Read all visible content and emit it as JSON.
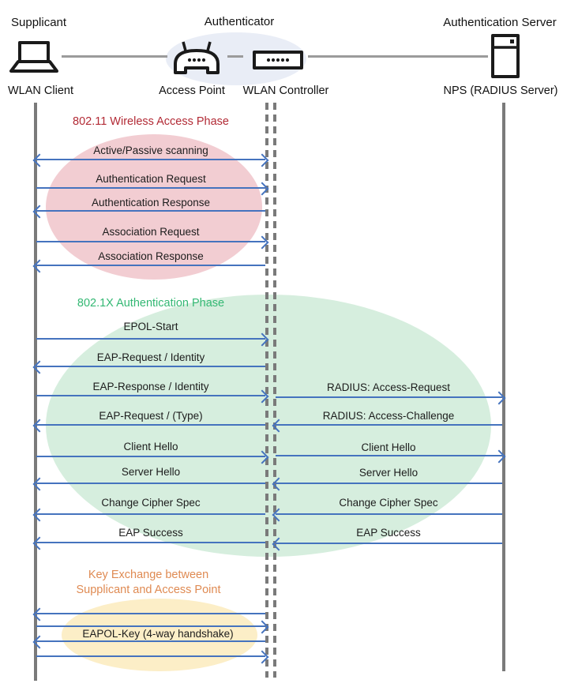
{
  "actors": {
    "supplicant": {
      "role_label": "Supplicant",
      "device_label": "WLAN Client",
      "icon": "laptop-icon"
    },
    "authenticator": {
      "role_label": "Authenticator",
      "access_point_label": "Access Point",
      "controller_label": "WLAN Controller",
      "icons": [
        "access-point-icon",
        "wlan-controller-icon"
      ]
    },
    "authentication_server": {
      "role_label": "Authentication Server",
      "device_label": "NPS (RADIUS Server)",
      "icon": "server-icon"
    }
  },
  "phases": {
    "wireless_access": {
      "title": "802.11 Wireless Access Phase",
      "title_color": "#B22A35",
      "ellipse_color": "#F2CDD2"
    },
    "dot1x_auth": {
      "title": "802.1X Authentication Phase",
      "title_color": "#33B873",
      "ellipse_color": "#D6EEDE"
    },
    "key_exchange": {
      "title_line1": "Key Exchange between",
      "title_line2": "Supplicant and Access Point",
      "title_color": "#DF8A52",
      "ellipse_color": "#FCEEC7"
    }
  },
  "messages": {
    "client_to_controller": [
      {
        "label": "Active/Passive scanning",
        "direction": "both"
      },
      {
        "label": "Authentication Request",
        "direction": "right"
      },
      {
        "label": "Authentication Response",
        "direction": "left"
      },
      {
        "label": "Association Request",
        "direction": "right"
      },
      {
        "label": "Association Response",
        "direction": "left"
      },
      {
        "label": "EPOL-Start",
        "direction": "right"
      },
      {
        "label": "EAP-Request / Identity",
        "direction": "left"
      },
      {
        "label": "EAP-Response / Identity",
        "direction": "right"
      },
      {
        "label": "EAP-Request / (Type)",
        "direction": "left"
      },
      {
        "label": "Client Hello",
        "direction": "right"
      },
      {
        "label": "Server Hello",
        "direction": "left"
      },
      {
        "label": "Change Cipher Spec",
        "direction": "left"
      },
      {
        "label": "EAP Success",
        "direction": "left"
      },
      {
        "label": "EAPOL-Key (4-way handshake)",
        "direction": "both"
      }
    ],
    "controller_to_server": [
      {
        "label": "RADIUS: Access-Request",
        "direction": "right"
      },
      {
        "label": "RADIUS: Access-Challenge",
        "direction": "left"
      },
      {
        "label": "Client Hello",
        "direction": "right"
      },
      {
        "label": "Server Hello",
        "direction": "left"
      },
      {
        "label": "Change Cipher Spec",
        "direction": "left"
      },
      {
        "label": "EAP Success",
        "direction": "left"
      }
    ]
  },
  "colors": {
    "arrow": "#4573BE",
    "lifeline": "#7A7A7A",
    "connector": "#9B9B9B",
    "authenticator_hub_ellipse": "#E9EDF6"
  }
}
